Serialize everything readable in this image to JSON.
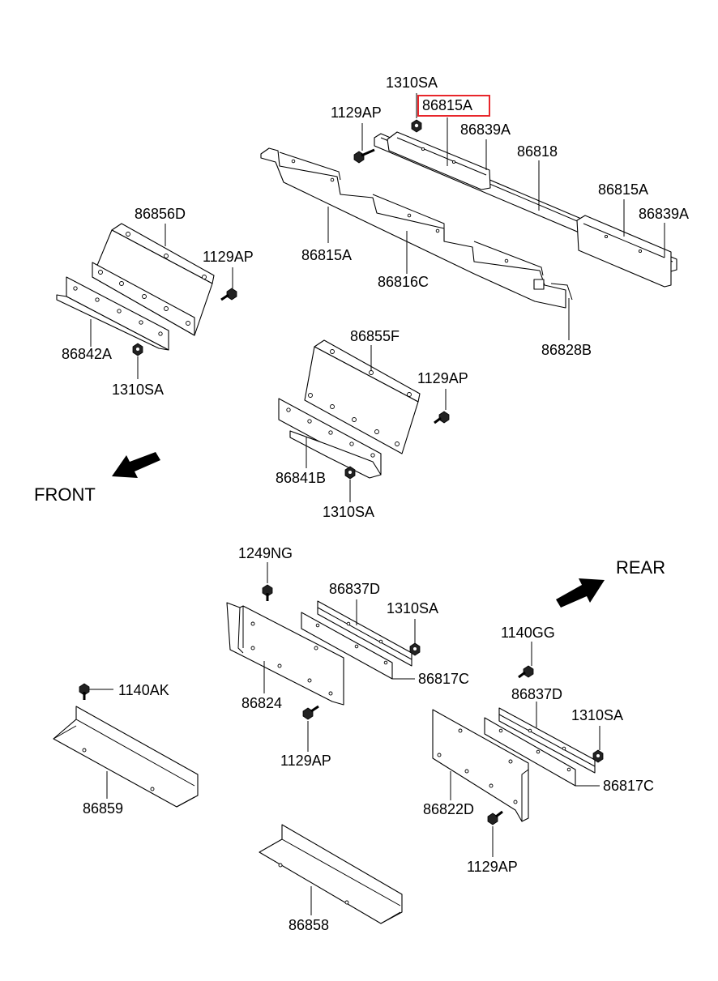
{
  "labels": {
    "top_1310SA": "1310SA",
    "top_86815A_highlighted": "86815A",
    "top_1129AP": "1129AP",
    "top_86839A": "86839A",
    "top_86818": "86818",
    "top_86815A_right": "86815A",
    "top_86839A_right": "86839A",
    "top_86815A_mid": "86815A",
    "top_86816C": "86816C",
    "top_86828B": "86828B",
    "left_86856D": "86856D",
    "left_1129AP": "1129AP",
    "left_86842A": "86842A",
    "left_1310SA": "1310SA",
    "mid_86855F": "86855F",
    "mid_1129AP": "1129AP",
    "mid_86841B": "86841B",
    "mid_1310SA": "1310SA",
    "bot_1249NG": "1249NG",
    "bot_86837D": "86837D",
    "bot_1310SA": "1310SA",
    "bot_86817C": "86817C",
    "bot_86824": "86824",
    "bot_1129AP": "1129AP",
    "bot_1140AK": "1140AK",
    "bot_86859": "86859",
    "bot_86858": "86858",
    "right_1140GG": "1140GG",
    "right_86837D": "86837D",
    "right_1310SA": "1310SA",
    "right_86817C": "86817C",
    "right_86822D": "86822D",
    "right_1129AP": "1129AP"
  },
  "directions": {
    "front": "FRONT",
    "rear": "REAR"
  },
  "highlight": {
    "part_number": "86815A",
    "color": "#e8262b"
  },
  "icons": [
    "bolt-icon",
    "nut-icon",
    "direction-arrow-icon"
  ]
}
